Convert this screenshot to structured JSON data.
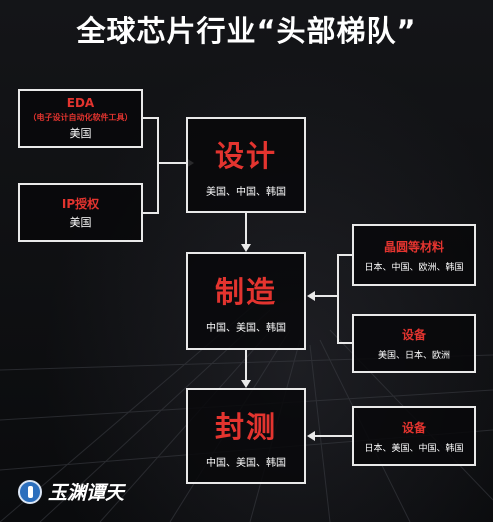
{
  "title": "全球芯片行业“头部梯队”",
  "nodes": {
    "eda": {
      "title": "EDA",
      "subtitle": "（电子设计自动化软件工具）",
      "countries": "美国"
    },
    "ip": {
      "title": "IP授权",
      "countries": "美国"
    },
    "design": {
      "title": "设计",
      "countries": "美国、中国、韩国"
    },
    "manufacturing": {
      "title": "制造",
      "countries": "中国、美国、韩国"
    },
    "packaging": {
      "title": "封测",
      "countries": "中国、美国、韩国"
    },
    "materials": {
      "title": "晶圆等材料",
      "countries": "日本、中国、欧洲、韩国"
    },
    "equipment_mfg": {
      "title": "设备",
      "countries": "美国、日本、欧洲"
    },
    "equipment_pkg": {
      "title": "设备",
      "countries": "日本、美国、中国、韩国"
    }
  },
  "logo": {
    "text": "玉渊谭天"
  },
  "colors": {
    "accent": "#e3342f",
    "border": "#e9e9e9",
    "background": "#0d0e10"
  }
}
